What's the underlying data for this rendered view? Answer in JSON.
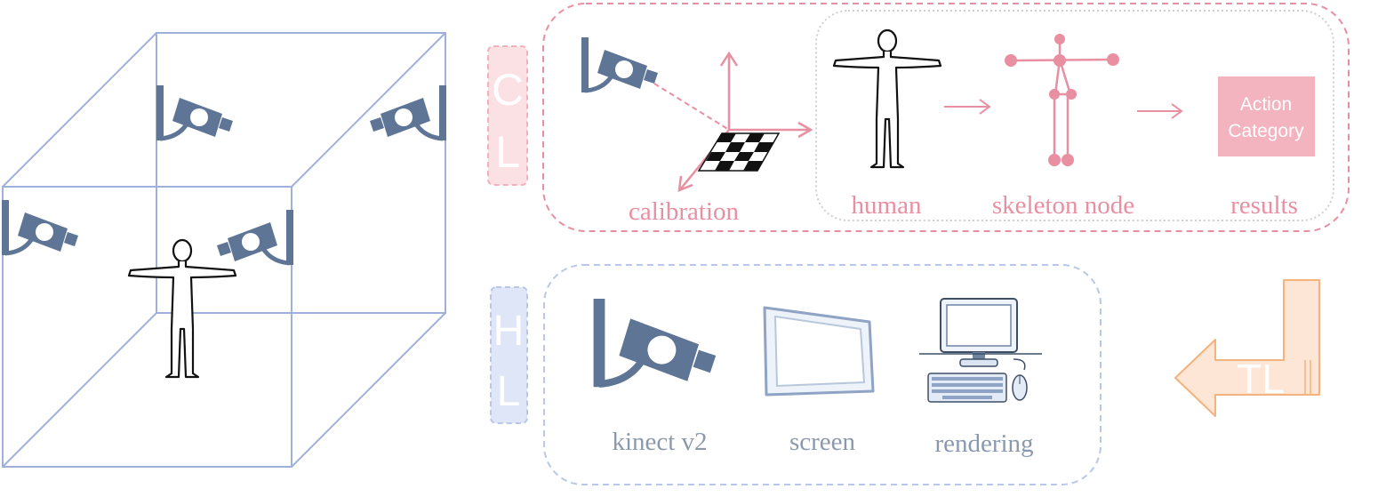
{
  "layers": {
    "cl": {
      "letters": [
        "C",
        "L"
      ],
      "color": "#f6c9cf"
    },
    "hl": {
      "letters": [
        "H",
        "L"
      ],
      "color": "#c7d3ee"
    },
    "tl": {
      "letters": "TL",
      "color": "#f5c8a2"
    }
  },
  "pipeline": {
    "calibration": "calibration",
    "human": "human",
    "skeleton": "skeleton node",
    "results": "results",
    "result_box": [
      "Action",
      "Category"
    ]
  },
  "hardware": {
    "kinect": "kinect v2",
    "screen": "screen",
    "rendering": "rendering"
  },
  "colors": {
    "pink": "#e98fa2",
    "camera": "#5e7596",
    "cube": "#9fb1db",
    "blue_text": "#8b99ad",
    "orange": "#f4b27c"
  },
  "icons": [
    "camera-icon",
    "human-icon",
    "skeleton-icon",
    "checkerboard-icon",
    "monitor-icon",
    "computer-icon",
    "keyboard-icon",
    "mouse-icon",
    "arrow-left-icon"
  ]
}
